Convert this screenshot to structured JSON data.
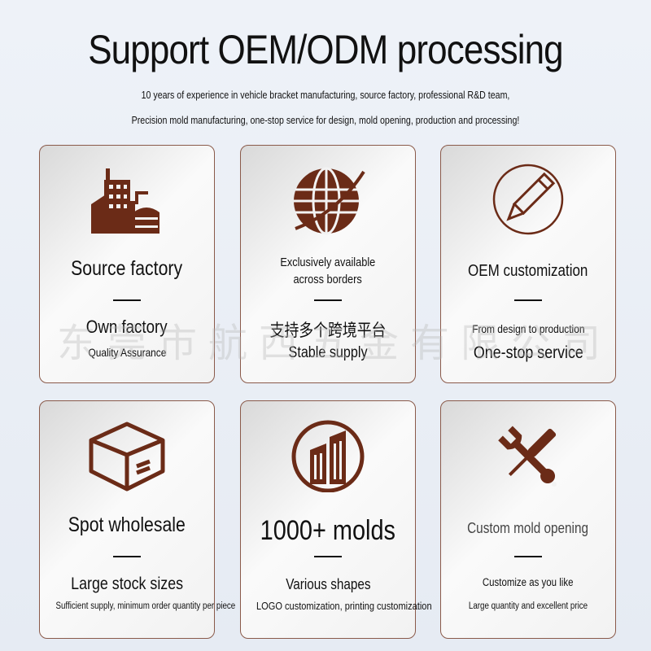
{
  "header": {
    "title": "Support OEM/ODM processing",
    "line1": "10 years of experience in vehicle bracket manufacturing, source factory, professional R&D team,",
    "line2": "Precision mold manufacturing, one-stop service for design, mold opening, production and processing!"
  },
  "cards": [
    {
      "title": "Source factory",
      "sub": "Own factory",
      "desc": "Quality Assurance",
      "icon": "factory-icon"
    },
    {
      "title": "Exclusively available",
      "title2": "across borders",
      "sub": "支持多个跨境平台",
      "desc": "Stable supply",
      "icon": "globe-icon"
    },
    {
      "title": "OEM customization",
      "sub": "From design to production",
      "desc": "One-stop service",
      "icon": "pencil-icon"
    },
    {
      "title": "Spot wholesale",
      "sub": "Large stock sizes",
      "desc": "Sufficient supply, minimum order quantity per piece",
      "icon": "box-icon"
    },
    {
      "title": "1000+ molds",
      "sub": "Various shapes",
      "desc": "LOGO customization, printing customization",
      "icon": "buildings-icon"
    },
    {
      "title": "Custom mold opening",
      "sub": "Customize as you like",
      "desc": "Large quantity and excellent price",
      "icon": "tools-icon"
    }
  ],
  "watermark": "东莞市航西五金有限公司",
  "colors": {
    "icon": "#6b2b17",
    "border": "#8a5a4a"
  }
}
